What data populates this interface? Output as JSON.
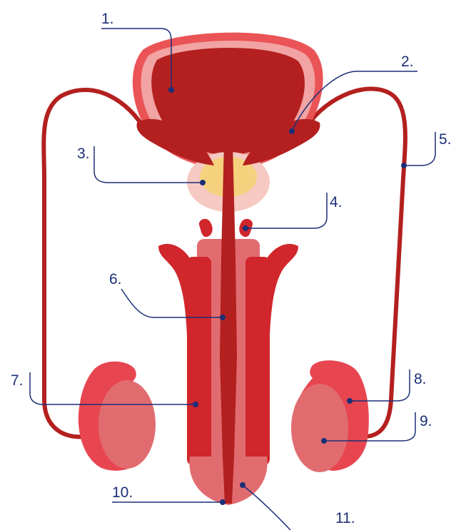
{
  "diagram": {
    "colors": {
      "dark_red": "#b3201f",
      "red": "#d0262c",
      "medium_red": "#e74651",
      "pink": "#e16c70",
      "light_pink": "#f2a3a3",
      "pale_pink": "#f6c9c2",
      "yellow": "#f6d17e",
      "outer_red": "#ea5457",
      "label_blue": "#1b2f78"
    },
    "labels": [
      "1.",
      "2.",
      "3.",
      "4.",
      "5.",
      "6.",
      "7.",
      "8.",
      "9.",
      "10.",
      "11."
    ]
  }
}
